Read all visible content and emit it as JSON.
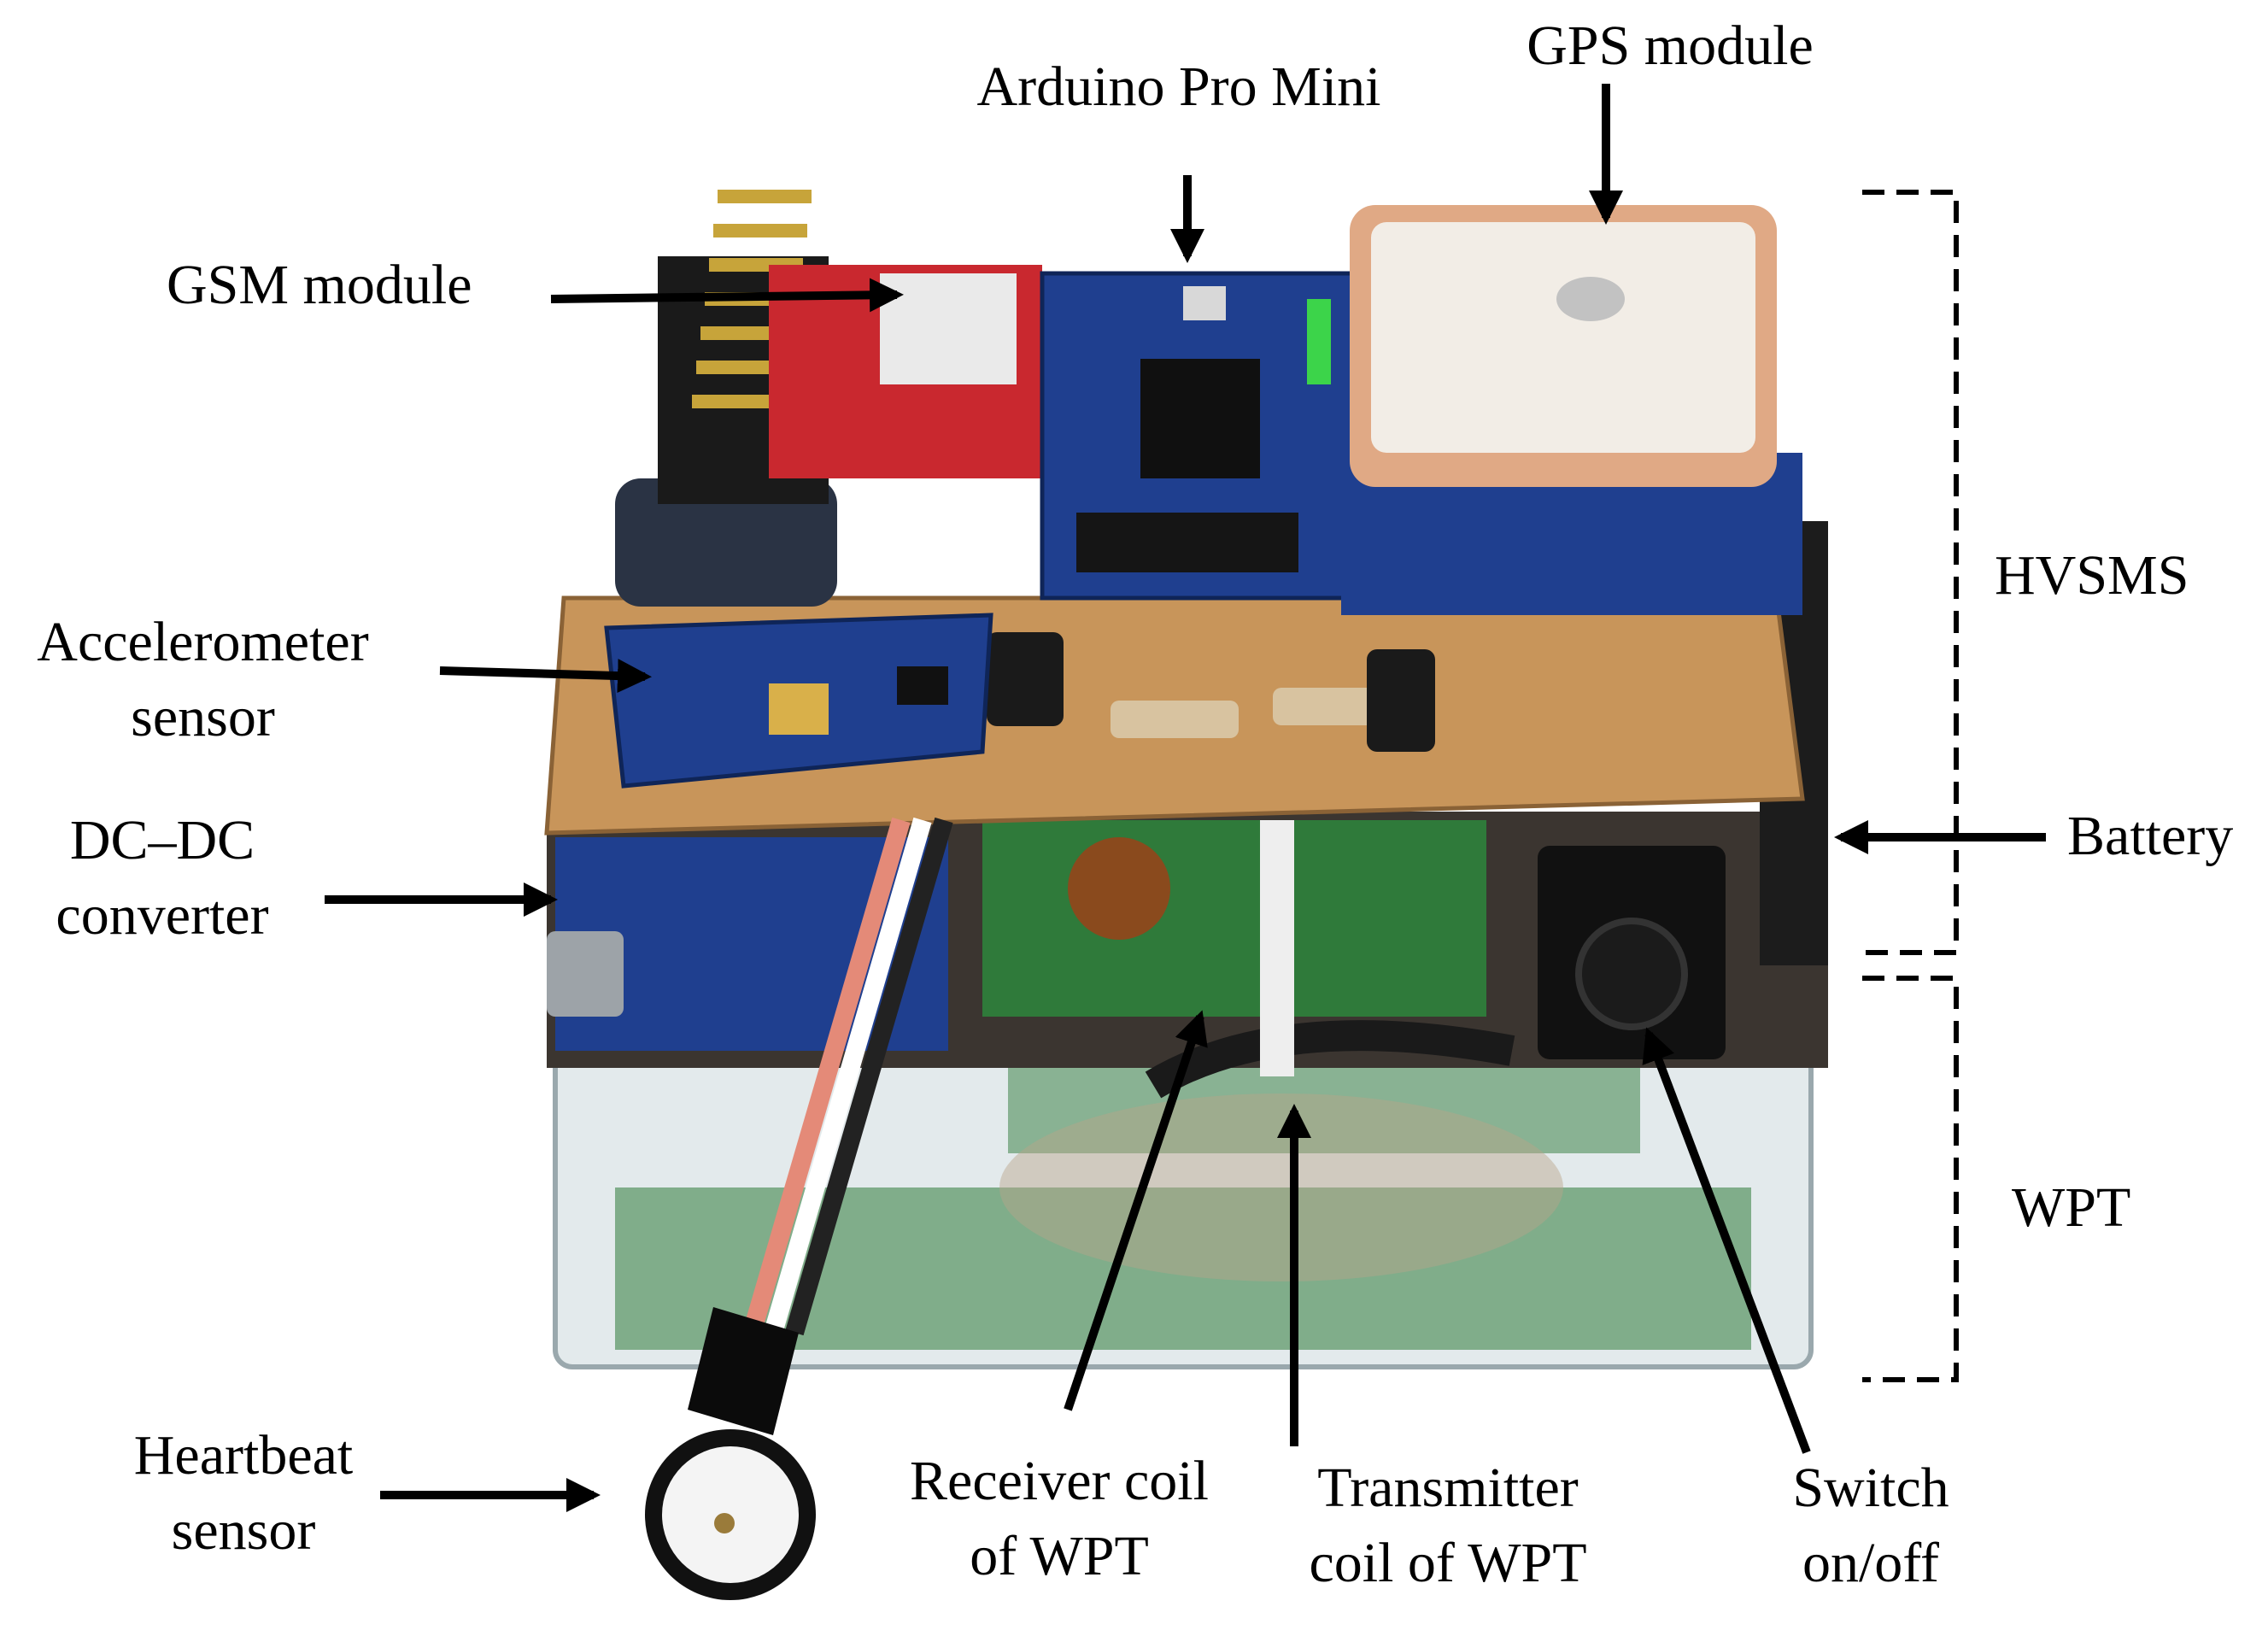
{
  "labels": {
    "gps_module": "GPS module",
    "arduino_pro_mini": "Arduino Pro Mini",
    "gsm_module": "GSM module",
    "accelerometer_line1": "Accelerometer",
    "accelerometer_line2": "sensor",
    "dcdc_line1": "DC–DC",
    "dcdc_line2": "converter",
    "heartbeat_line1": "Heartbeat",
    "heartbeat_line2": "sensor",
    "receiver_line1": "Receiver coil",
    "receiver_line2": "of WPT",
    "transmitter_line1": "Transmitter",
    "transmitter_line2": "coil of WPT",
    "switch_line1": "Switch",
    "switch_line2": "on/off",
    "battery": "Battery",
    "hvsms": "HVSMS",
    "wpt": "WPT"
  },
  "colors": {
    "text": "#000000",
    "arrow": "#000000",
    "pcb_perfboard": "#c8955a",
    "pcb_blue": "#1f3f8f",
    "pcb_green": "#2f7a3a",
    "gps_patch": "#f2ede6",
    "acrylic_case": "#dfe6e8"
  }
}
